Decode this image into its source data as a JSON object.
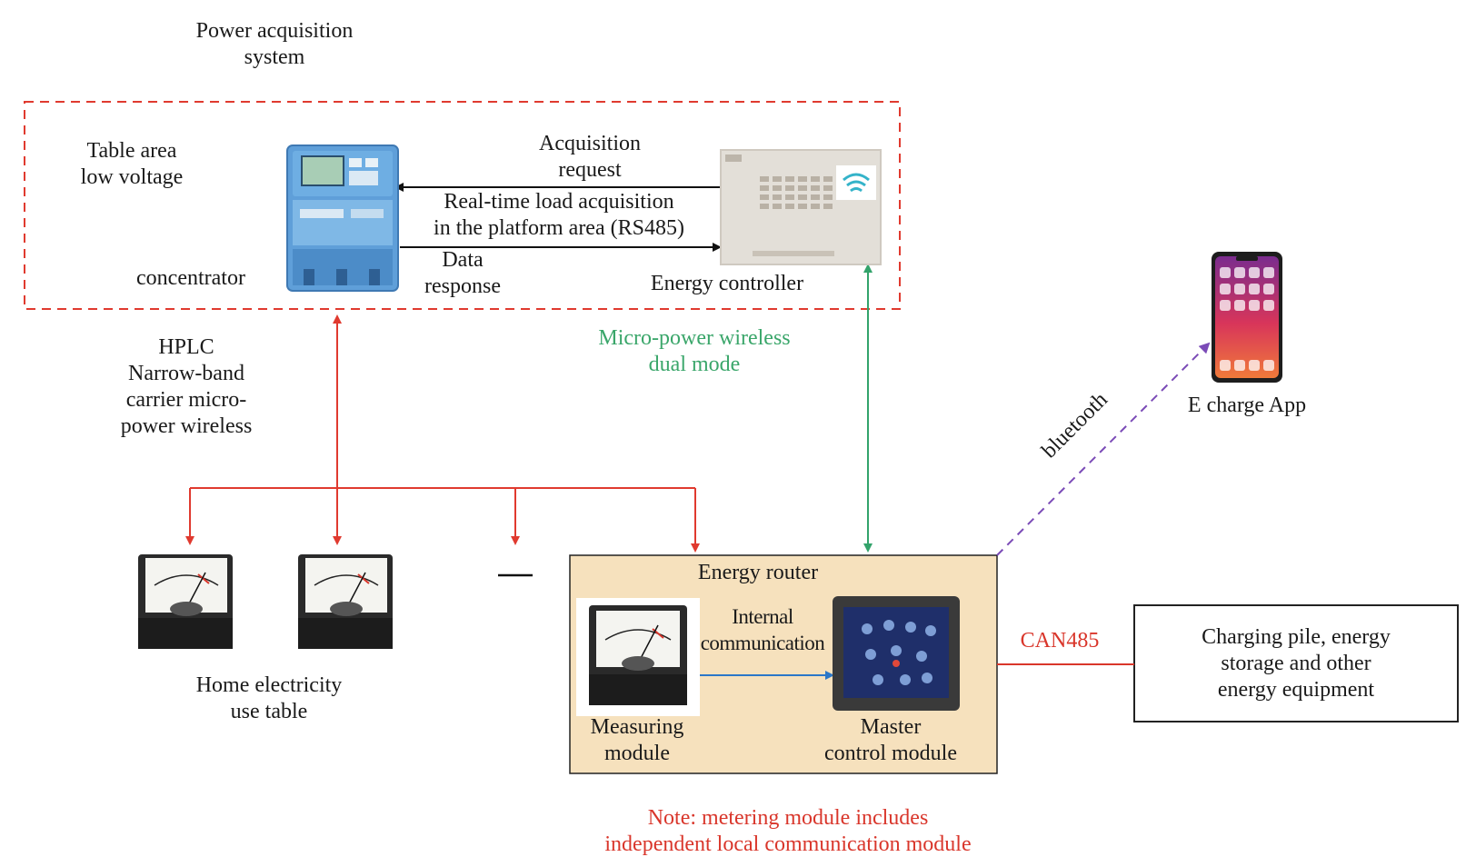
{
  "title": {
    "lines": [
      "Power acquisition",
      "system"
    ]
  },
  "table_area": {
    "lines": [
      "Table area",
      "low voltage"
    ]
  },
  "concentrator_label": "concentrator",
  "acquisition_request": {
    "lines": [
      "Acquisition",
      "request"
    ]
  },
  "realtime_load": {
    "lines": [
      "Real-time load acquisition",
      "in the platform area (RS485)"
    ]
  },
  "data_response": {
    "lines": [
      "Data",
      "response"
    ]
  },
  "energy_controller_label": "Energy controller",
  "micro_power": {
    "lines": [
      "Micro-power wireless",
      "dual mode"
    ],
    "color": "#3aa66a"
  },
  "hplc": {
    "lines": [
      "HPLC",
      "Narrow-band",
      "carrier micro-",
      "power wireless"
    ]
  },
  "home_meter": {
    "lines": [
      "Home electricity",
      "use table"
    ]
  },
  "energy_router": {
    "title": "Energy router",
    "bg": "#f6e1bd"
  },
  "internal_comm": {
    "lines": [
      "Internal",
      "communication"
    ]
  },
  "measuring_module": {
    "lines": [
      "Measuring",
      "module"
    ]
  },
  "master_control": {
    "lines": [
      "Master",
      "control module"
    ]
  },
  "can485": {
    "label": "CAN485",
    "color": "#d9362b"
  },
  "charging_pile": {
    "lines": [
      "Charging pile, energy",
      "storage and other",
      "energy equipment"
    ]
  },
  "bluetooth": {
    "label": "bluetooth",
    "color": "#7b4bb7"
  },
  "echarge_app": "E charge App",
  "note": {
    "lines": [
      "Note: metering module includes",
      "independent local communication module"
    ],
    "color": "#d9362b"
  },
  "colors": {
    "red": "#e03a2f",
    "green": "#33a36b",
    "blue": "#2b77c8",
    "black": "#111111"
  }
}
